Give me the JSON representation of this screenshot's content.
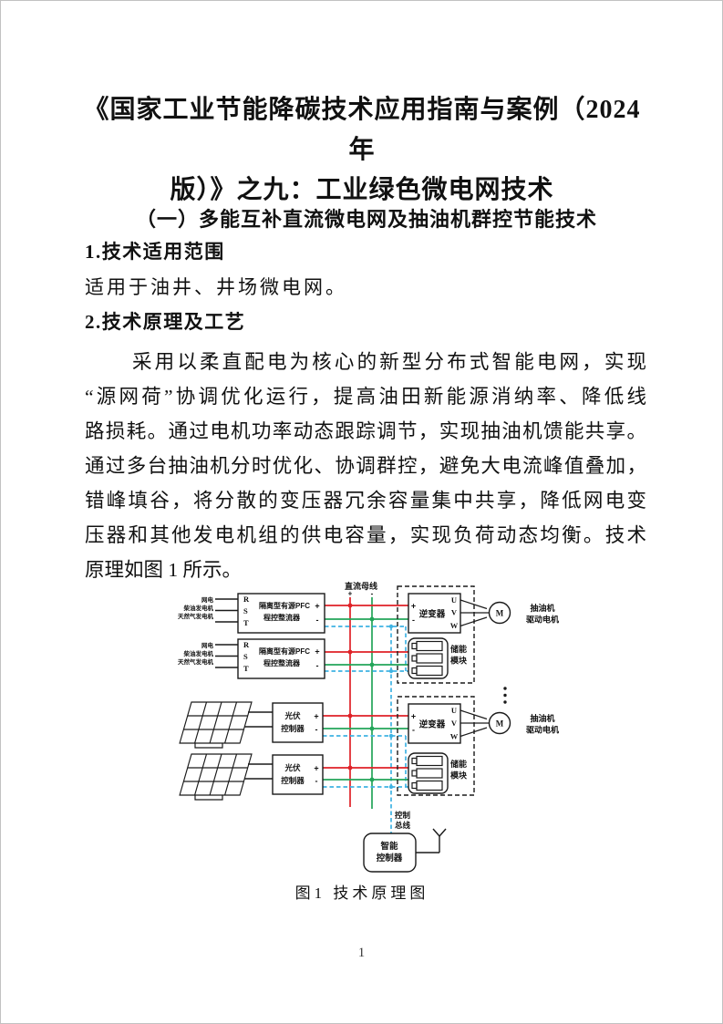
{
  "page": {
    "title_lines": [
      "《国家工业节能降碳技术应用指南与案例（2024 年",
      "版）》之九：工业绿色微电网技术"
    ],
    "section_heading": "（一）多能互补直流微电网及抽油机群控节能技术",
    "sub1_heading": "1.技术适用范围",
    "sub1_body": "适用于油井、井场微电网。",
    "sub2_heading": "2.技术原理及工艺",
    "paragraph_lines": [
      "采用以柔直配电为核心的新型分布式智能电网，实现",
      "“源网荷”协调优化运行，提高油田新能源消纳率、降低线",
      "路损耗。通过电机功率动态跟踪调节，实现抽油机馈能共享。",
      "通过多台抽油机分时优化、协调群控，避免大电流峰值叠加，",
      "错峰填谷，将分散的变压器冗余容量集中共享，降低网电变",
      "压器和其他发电机组的供电容量，实现负荷动态均衡。技术",
      "原理如图 1 所示。"
    ],
    "page_number": "1"
  },
  "diagram": {
    "caption": "图1  技术原理图",
    "dc_bus_label": "直流母线",
    "control_bus_lines": [
      "控制",
      "总线"
    ],
    "plus": "+",
    "minus": "-",
    "source_labels": [
      "网电",
      "柴油发电机",
      "天然气发电机"
    ],
    "rst": [
      "R",
      "S",
      "T"
    ],
    "rectifier_lines": [
      "隔离型有源PFC",
      "程控整流器"
    ],
    "pv_controller_lines": [
      "光伏",
      "控制器"
    ],
    "inverter_label": "逆变器",
    "uvw": [
      "U",
      "V",
      "W"
    ],
    "motor_letter": "M",
    "motor_label_lines": [
      "抽油机",
      "驱动电机"
    ],
    "storage_lines": [
      "储能",
      "模块"
    ],
    "smart_controller_lines": [
      "智能",
      "控制器"
    ],
    "colors": {
      "dc_positive": "#df2127",
      "dc_negative": "#23a559",
      "control_bus": "#3fb3e3"
    }
  }
}
